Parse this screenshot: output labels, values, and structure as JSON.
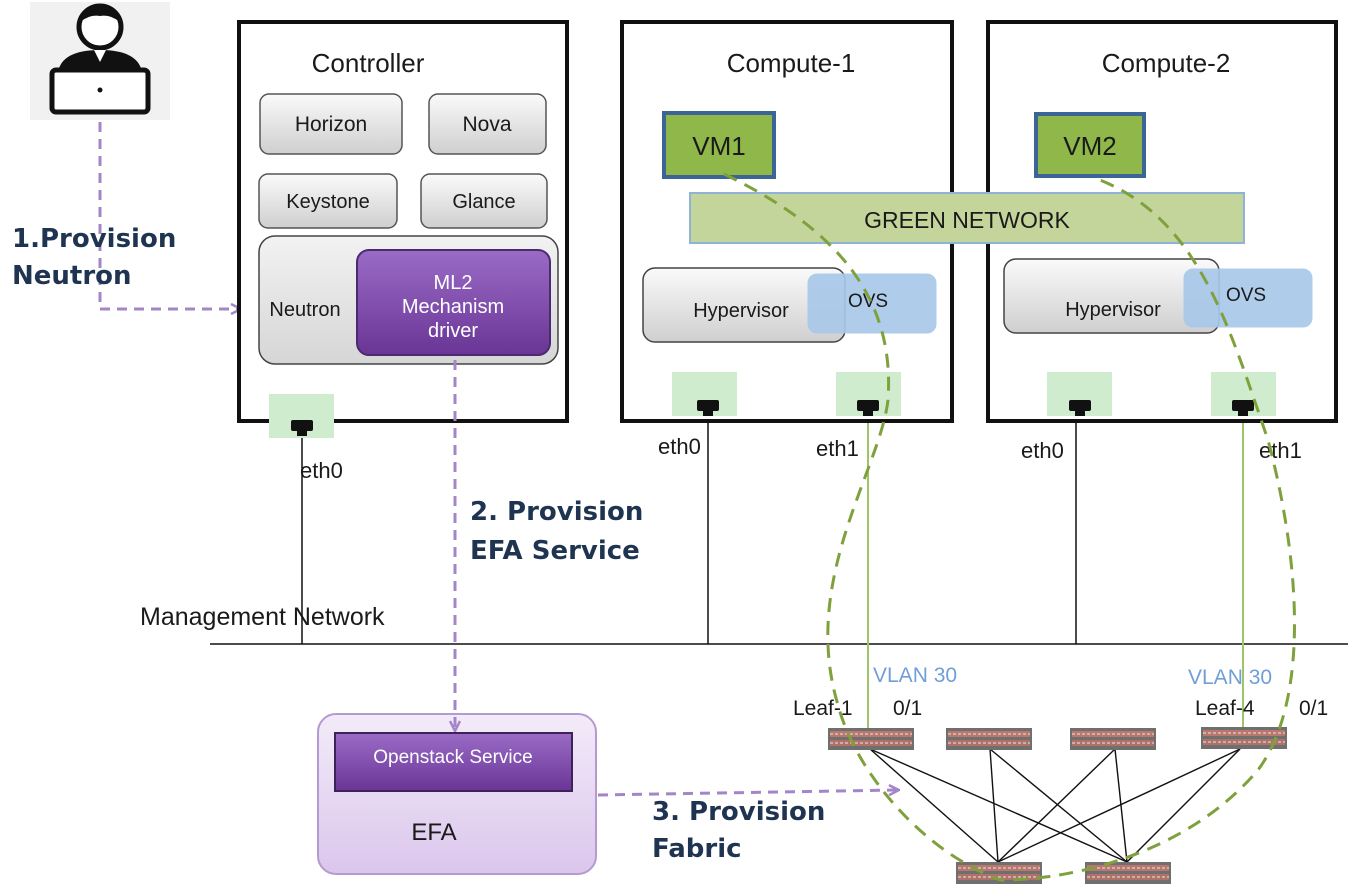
{
  "user": {
    "icon": "user-laptop-icon"
  },
  "steps": {
    "s1_line1": "1.Provision",
    "s1_line2": "Neutron",
    "s2_line1": "2. Provision",
    "s2_line2": "EFA Service",
    "s3_line1": "3. Provision",
    "s3_line2": "Fabric"
  },
  "controller": {
    "title": "Controller",
    "horizon": "Horizon",
    "nova": "Nova",
    "keystone": "Keystone",
    "glance": "Glance",
    "neutron": "Neutron",
    "ml2_line1": "ML2",
    "ml2_line2": "Mechanism",
    "ml2_line3": "driver",
    "eth0": "eth0"
  },
  "compute1": {
    "title": "Compute-1",
    "vm": "VM1",
    "hypervisor": "Hypervisor",
    "ovs": "OVS",
    "eth0": "eth0",
    "eth1": "eth1"
  },
  "compute2": {
    "title": "Compute-2",
    "vm": "VM2",
    "hypervisor": "Hypervisor",
    "ovs": "OVS",
    "eth0": "eth0",
    "eth1": "eth1"
  },
  "green_network": "GREEN NETWORK",
  "management_network": "Management Network",
  "efa": {
    "title": "EFA",
    "service": "Openstack Service"
  },
  "fabric": {
    "leaf1": "Leaf-1",
    "leaf1_port": "0/1",
    "leaf1_vlan": "VLAN 30",
    "leaf4": "Leaf-4",
    "leaf4_port": "0/1",
    "leaf4_vlan": "VLAN 30"
  },
  "colors": {
    "purple_dash": "#a485c9",
    "green_dash": "#7ea13c",
    "vm_fill": "#8fb74a",
    "vm_border": "#3a6596",
    "green_net": "#c3d59a",
    "ml2_fill": "#7a45a6",
    "efa_fill": "#e7d9f1",
    "ovs_fill": "#a9c8ea"
  }
}
